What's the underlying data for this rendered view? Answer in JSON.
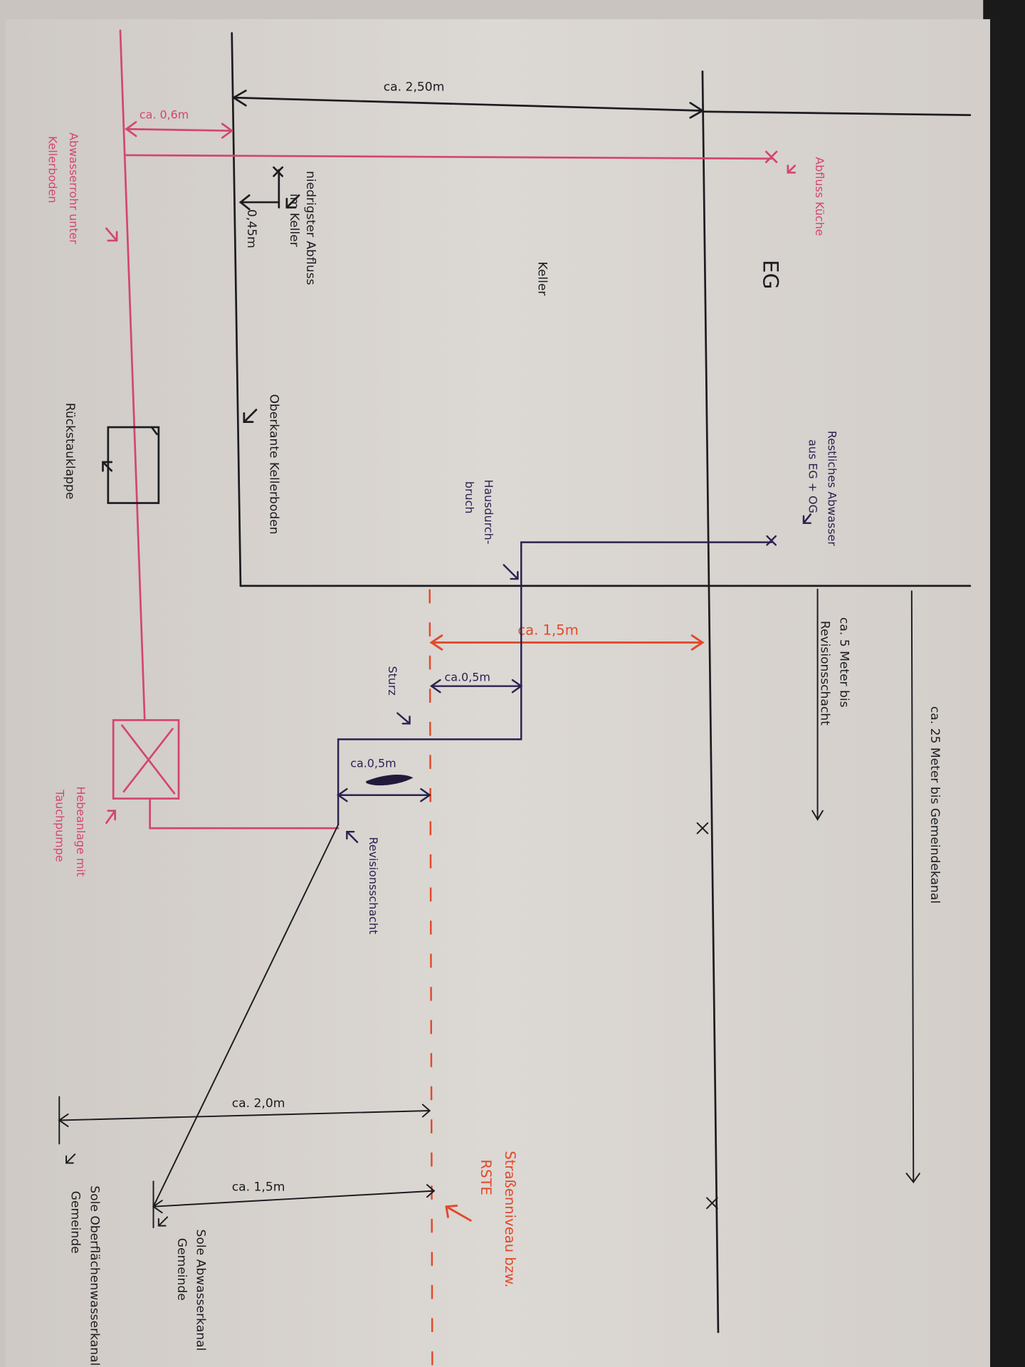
{
  "colors": {
    "ink": "#1c1c20",
    "purple_ink": "#2b2150",
    "pink_ink": "#d3466f",
    "red_ink": "#e2492a",
    "paper": "#d9d5d1"
  },
  "dimensions": {
    "basement_width": "ca. 2,50m",
    "pipe_offset": "ca. 0,6m",
    "lowest_drain_height": "0,45m",
    "street_to_wall": "ca. 1,5m",
    "lintel_offset": "ca.0,5m",
    "shaft_offset": "ca.0,5m",
    "surface_sewer_depth": "ca. 2,0m",
    "waste_sewer_depth": "ca. 1,5m"
  },
  "labels": {
    "kitchen_drain": "Abfluss Küche",
    "ground_floor": "EG",
    "basement": "Keller",
    "lowest_drain": [
      "niedrigster Abfluss",
      "im Keller"
    ],
    "floor_top": "Oberkante Kellerboden",
    "pipe_under_floor": [
      "Abwasserrohr unter",
      "Kellerboden"
    ],
    "backflow_valve": "Rückstauklappe",
    "remaining_waste": [
      "Restliches Abwasser",
      "aus EG + OG"
    ],
    "wall_opening": [
      "Hausdurch-",
      "bruch"
    ],
    "to_inspection_shaft": [
      "ca. 5 Meter bis",
      "Revisionsschacht"
    ],
    "to_municipal_sewer": "ca. 25 Meter bis Gemeindekanal",
    "lintel": "Sturz",
    "inspection_shaft": "Revisionsschacht",
    "lifting_station": [
      "Hebeanlage mit",
      "Tauchpumpe"
    ],
    "street_level": [
      "Straßenniveau bzw.",
      "RSTE"
    ],
    "waste_sewer_bottom": [
      "Sole Abwasserkanal",
      "Gemeinde"
    ],
    "surface_sewer_bottom": [
      "Sole Oberflächenwasserkanal",
      "Gemeinde"
    ]
  }
}
